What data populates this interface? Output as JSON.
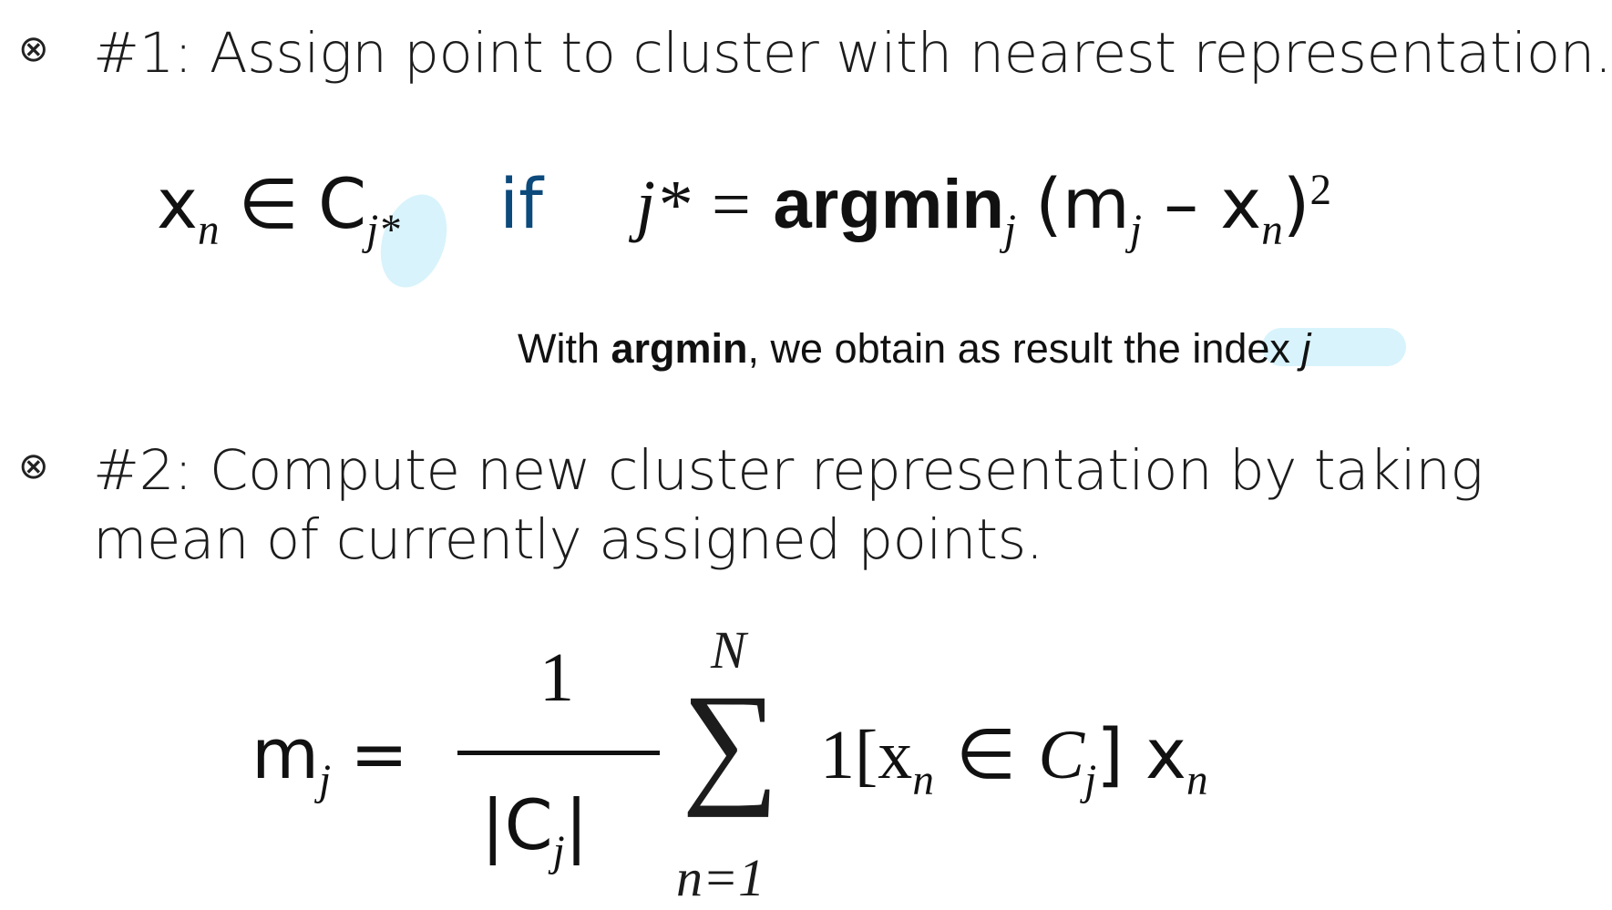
{
  "bullets": {
    "icon": "circled-times-icon",
    "glyph": "⊗"
  },
  "step1": {
    "heading": "#1:  Assign point to cluster with nearest representation.",
    "formula": {
      "x": "x",
      "n": "n",
      "in": "∈",
      "C": "C",
      "jstar": "j*",
      "if": "if",
      "lhs": "j* =",
      "argmin": "argmin",
      "argmin_sub": "j",
      "open": "(m",
      "m_sub": "j",
      "minus": " – x",
      "x_sub": "n",
      "close": ")",
      "power": "2"
    },
    "note": {
      "prefix": "With ",
      "bold": "argmin",
      "rest": ", we obtain as result the index ",
      "var": "j"
    }
  },
  "step2": {
    "heading_line1": "#2:  Compute new cluster representation by taking",
    "heading_line2": "mean of currently assigned points.",
    "formula": {
      "m": "m",
      "m_sub": "j",
      "eq": "=",
      "numerator": "1",
      "den_open": "|C",
      "den_sub": "j",
      "den_close": "|",
      "sum_upper": "N",
      "sigma": "∑",
      "sum_lower": "n=1",
      "indicator_open": "1[x",
      "ind_sub": "n",
      "ind_in": " ∈ ",
      "ind_C": "C",
      "ind_C_sub": "j",
      "ind_close": "] x",
      "tail_sub": "n"
    }
  },
  "colors": {
    "highlight": "#d8f3fb",
    "if_blue": "#0d4a7c",
    "text": "#1c1c1c"
  }
}
